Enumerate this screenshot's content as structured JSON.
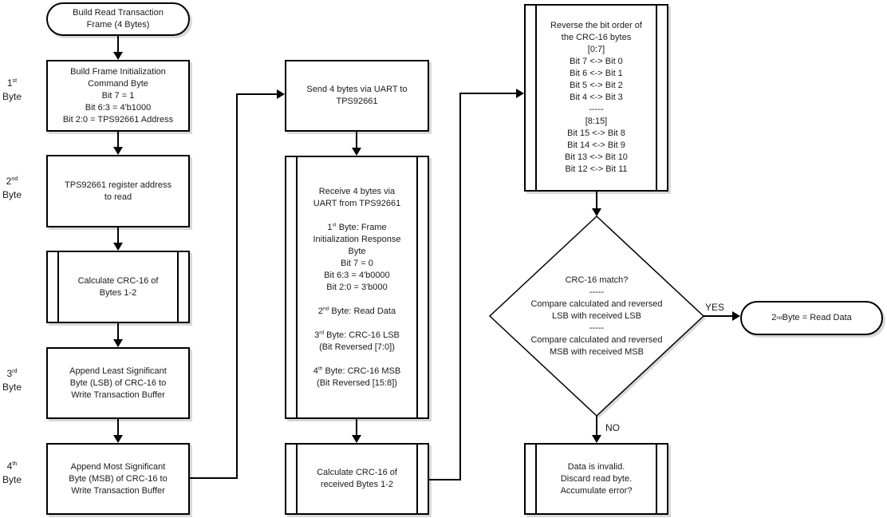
{
  "diagram": {
    "byte_labels": [
      "1st\nByte",
      "2nd\nByte",
      "3rd\nByte",
      "4th\nByte"
    ],
    "nodes": {
      "start": {
        "shape": "terminator",
        "text": "Build Read Transaction\nFrame (4 Bytes)"
      },
      "build_cmd_byte": {
        "shape": "process",
        "text": "Build Frame Initialization\nCommand Byte\nBit 7 = 1\nBit 6:3 = 4'b1000\nBit 2:0 = TPS92661 Address"
      },
      "register_address": {
        "shape": "process",
        "text": "TPS92661 register address\nto read"
      },
      "calc_crc": {
        "shape": "predefined-process",
        "text": "Calculate CRC-16 of\nBytes 1-2"
      },
      "append_lsb": {
        "shape": "process",
        "text": "Append Least Significant\nByte (LSB) of CRC-16 to\nWrite Transaction Buffer"
      },
      "append_msb": {
        "shape": "process",
        "text": "Append Most Significant\nByte (MSB) of CRC-16 to\nWrite Transaction Buffer"
      },
      "send": {
        "shape": "process",
        "text": "Send 4 bytes via UART to\nTPS92661"
      },
      "receive": {
        "shape": "predefined-process",
        "text": "Receive 4 bytes via\nUART from TPS92661\n\n1st Byte: Frame\nInitialization Response\nByte\nBit 7 = 0\nBit 6:3 = 4'b0000\nBit 2:0 = 3'b000\n\n2nd Byte: Read Data\n\n3rd Byte: CRC-16 LSB\n(Bit Reversed [7:0])\n\n4th Byte: CRC-16 MSB\n(Bit Reversed [15:8])"
      },
      "calc_crc_received": {
        "shape": "predefined-process",
        "text": "Calculate CRC-16 of\nreceived Bytes 1-2"
      },
      "reverse_bits": {
        "shape": "predefined-process",
        "text": "Reverse the bit order of\nthe CRC-16 bytes\n[0:7]\nBit 7 <-> Bit 0\nBit 6 <-> Bit 1\nBit 5 <-> Bit 2\nBit 4 <-> Bit 3\n-----\n[8:15]\nBit 15 <-> Bit 8\nBit 14 <-> Bit 9\nBit 13 <-> Bit 10\nBit 12 <-> Bit 11"
      },
      "crc_match": {
        "shape": "decision",
        "text": "CRC-16 match?\n-----\nCompare calculated and reversed\nLSB with received LSB\n-----\nCompare calculated and reversed\nMSB with received MSB"
      },
      "read_data": {
        "shape": "terminator",
        "text": "2nd Byte = Read Data"
      },
      "data_invalid": {
        "shape": "predefined-process",
        "text": "Data is invalid.\nDiscard read byte.\nAccumulate error?"
      }
    },
    "edge_labels": {
      "yes": "YES",
      "no": "NO"
    },
    "colors": {
      "line": "#000000",
      "fill": "#ffffff",
      "shadow": "#d9d9d9",
      "text": "#1a1a1a",
      "background": "#ffffff"
    }
  }
}
